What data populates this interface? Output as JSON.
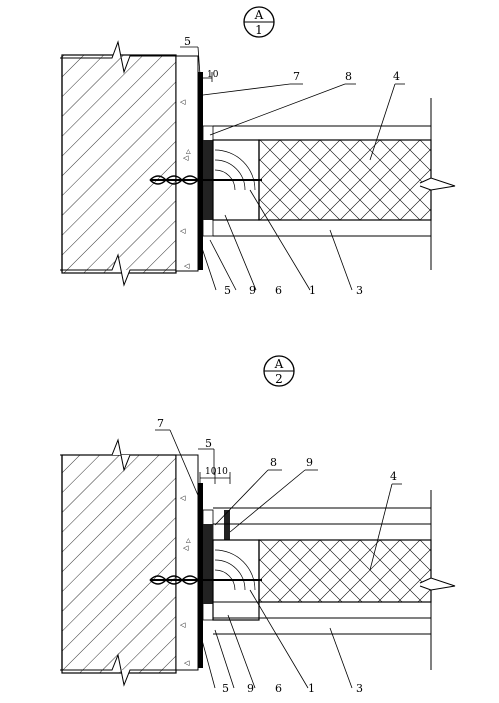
{
  "details": [
    {
      "id": "detail-a1",
      "bubble": {
        "top": "A",
        "bottom": "1"
      },
      "dimension": "10",
      "labels_top": [
        "5",
        "7",
        "8",
        "4"
      ],
      "labels_bottom": [
        "5",
        "9",
        "6",
        "1",
        "3"
      ]
    },
    {
      "id": "detail-a2",
      "bubble": {
        "top": "A",
        "bottom": "2"
      },
      "dimension": "1010",
      "labels_top": [
        "7",
        "5",
        "8",
        "9",
        "4"
      ],
      "labels_bottom": [
        "5",
        "9",
        "6",
        "1",
        "3"
      ]
    }
  ],
  "colors": {
    "line": "#000000",
    "background": "#ffffff"
  }
}
